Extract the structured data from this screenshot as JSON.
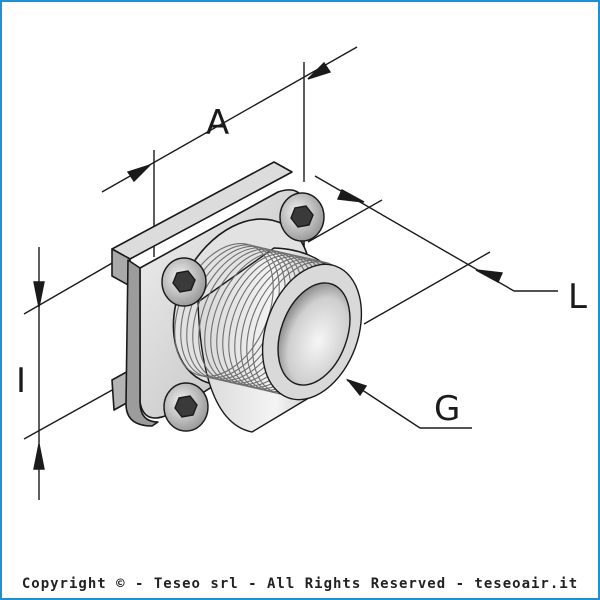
{
  "labels": {
    "a": "A",
    "l": "L",
    "i": "I",
    "g": "G"
  },
  "footer": {
    "copyright": "Copyright © - Teseo srl - All Rights Reserved - teseoair.it"
  },
  "colors": {
    "frame": "#1f8fd6",
    "metal_light": "#e4e4e4",
    "metal_mid": "#c6c6c6",
    "metal_dark": "#8a8a8a",
    "line": "#1a1a1a"
  }
}
